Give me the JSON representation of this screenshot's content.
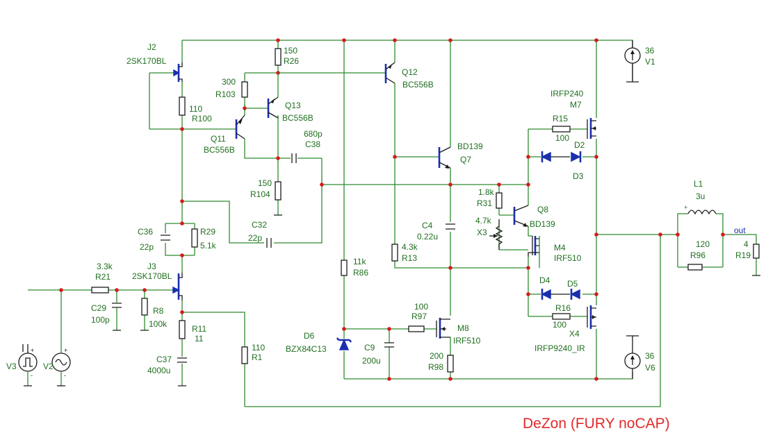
{
  "title": "DeZon   (FURY noCAP)",
  "colors": {
    "wire": "#2e8b2e",
    "component": "#1a1a1a",
    "semiconductor": "#1a2fb0",
    "junction": "#d61a1a",
    "label": "#1f6f1f",
    "title": "#e02a2a"
  },
  "components": {
    "J2": {
      "ref": "J2",
      "type": "2SK170BL"
    },
    "J3": {
      "ref": "J3",
      "type": "2SK170BL"
    },
    "R100": {
      "ref": "R100",
      "value": "110"
    },
    "R26": {
      "ref": "R26",
      "value": "150"
    },
    "R103": {
      "ref": "R103",
      "value": "300"
    },
    "Q11": {
      "ref": "Q11",
      "type": "BC556B"
    },
    "Q12": {
      "ref": "Q12",
      "type": "BC556B"
    },
    "Q13": {
      "ref": "Q13",
      "type": "BC556B"
    },
    "C38": {
      "ref": "C38",
      "value": "680p"
    },
    "R104": {
      "ref": "R104",
      "value": "150"
    },
    "C36": {
      "ref": "C36",
      "value": "22p"
    },
    "R29": {
      "ref": "R29",
      "value": "5.1k"
    },
    "C32": {
      "ref": "C32",
      "value": "22p"
    },
    "R21": {
      "ref": "R21",
      "value": "3.3k"
    },
    "C29": {
      "ref": "C29",
      "value": "100p"
    },
    "R8": {
      "ref": "R8",
      "value": "100k"
    },
    "R11": {
      "ref": "R11",
      "value": "11"
    },
    "C37": {
      "ref": "C37",
      "value": "4000u"
    },
    "R1": {
      "ref": "R1",
      "value": "110"
    },
    "V2": {
      "ref": "V2"
    },
    "V3": {
      "ref": "V3"
    },
    "Q7": {
      "ref": "Q7",
      "type": "BD139"
    },
    "Q8": {
      "ref": "Q8",
      "type": "BD139"
    },
    "C4": {
      "ref": "C4",
      "value": "0.22u"
    },
    "R13": {
      "ref": "R13",
      "value": "4.3k"
    },
    "R86": {
      "ref": "R86",
      "value": "11k"
    },
    "R31": {
      "ref": "R31",
      "value": "1.8k"
    },
    "X3": {
      "ref": "X3",
      "value": "4.7k"
    },
    "M4": {
      "ref": "M4",
      "type": "IRF510"
    },
    "M7": {
      "ref": "M7",
      "type": "IRFP240"
    },
    "R15": {
      "ref": "R15",
      "value": "100"
    },
    "R16": {
      "ref": "R16",
      "value": "100"
    },
    "D2": {
      "ref": "D2"
    },
    "D3": {
      "ref": "D3"
    },
    "D4": {
      "ref": "D4"
    },
    "D5": {
      "ref": "D5"
    },
    "X4": {
      "ref": "X4",
      "type": "IRFP9240_IR"
    },
    "D6": {
      "ref": "D6",
      "type": "BZX84C13"
    },
    "C9": {
      "ref": "C9",
      "value": "200u"
    },
    "R97": {
      "ref": "R97",
      "value": "100"
    },
    "M8": {
      "ref": "M8",
      "type": "IRF510"
    },
    "R98": {
      "ref": "R98",
      "value": "200"
    },
    "V1": {
      "ref": "V1",
      "value": "36"
    },
    "V6": {
      "ref": "V6",
      "value": "36"
    },
    "L1": {
      "ref": "L1",
      "value": "3u"
    },
    "R96": {
      "ref": "R96",
      "value": "120"
    },
    "R19": {
      "ref": "R19",
      "value": "4"
    }
  },
  "nets": {
    "out": "out"
  }
}
